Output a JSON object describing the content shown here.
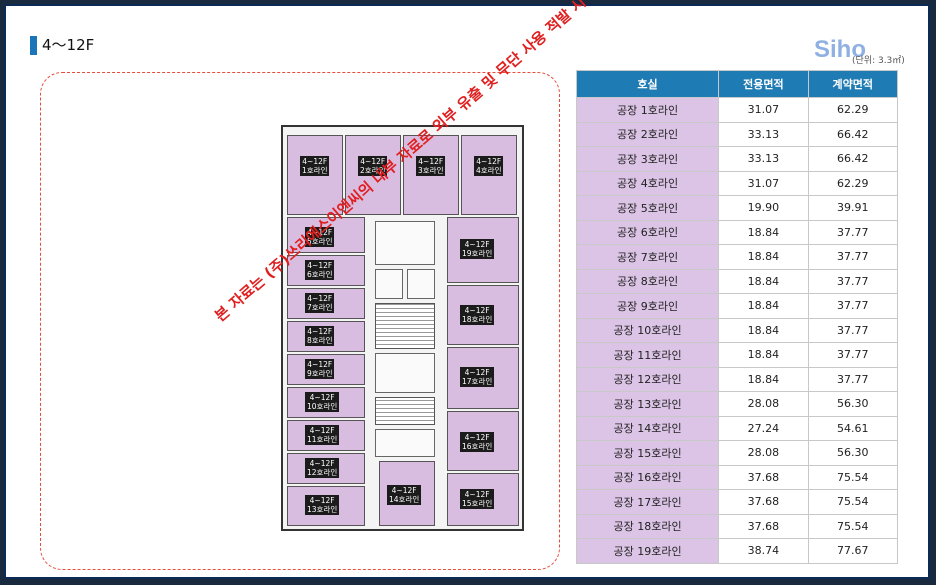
{
  "floor_title": "4～12F",
  "logo": "Siho",
  "unit": "(단위: 3.3㎡)",
  "table": {
    "headers": [
      "호실",
      "전용면적",
      "계약면적"
    ],
    "rows": [
      [
        "공장 1호라인",
        "31.07",
        "62.29"
      ],
      [
        "공장 2호라인",
        "33.13",
        "66.42"
      ],
      [
        "공장 3호라인",
        "33.13",
        "66.42"
      ],
      [
        "공장 4호라인",
        "31.07",
        "62.29"
      ],
      [
        "공장 5호라인",
        "19.90",
        "39.91"
      ],
      [
        "공장 6호라인",
        "18.84",
        "37.77"
      ],
      [
        "공장 7호라인",
        "18.84",
        "37.77"
      ],
      [
        "공장 8호라인",
        "18.84",
        "37.77"
      ],
      [
        "공장 9호라인",
        "18.84",
        "37.77"
      ],
      [
        "공장 10호라인",
        "18.84",
        "37.77"
      ],
      [
        "공장 11호라인",
        "18.84",
        "37.77"
      ],
      [
        "공장 12호라인",
        "18.84",
        "37.77"
      ],
      [
        "공장 13호라인",
        "28.08",
        "56.30"
      ],
      [
        "공장 14호라인",
        "27.24",
        "54.61"
      ],
      [
        "공장 15호라인",
        "28.08",
        "56.30"
      ],
      [
        "공장 16호라인",
        "37.68",
        "75.54"
      ],
      [
        "공장 17호라인",
        "37.68",
        "75.54"
      ],
      [
        "공장 18호라인",
        "37.68",
        "75.54"
      ],
      [
        "공장 19호라인",
        "38.74",
        "77.67"
      ]
    ]
  },
  "plan_labels": {
    "r1": [
      "4~12F",
      "1호라인"
    ],
    "r2": [
      "4~12F",
      "2호라인"
    ],
    "r3": [
      "4~12F",
      "3호라인"
    ],
    "r4": [
      "4~12F",
      "4호라인"
    ],
    "r5": [
      "4~12F",
      "5호라인"
    ],
    "r6": [
      "4~12F",
      "6호라인"
    ],
    "r7": [
      "4~12F",
      "7호라인"
    ],
    "r8": [
      "4~12F",
      "8호라인"
    ],
    "r9": [
      "4~12F",
      "9호라인"
    ],
    "r10": [
      "4~12F",
      "10호라인"
    ],
    "r11": [
      "4~12F",
      "11호라인"
    ],
    "r12": [
      "4~12F",
      "12호라인"
    ],
    "r13": [
      "4~12F",
      "13호라인"
    ],
    "r14": [
      "4~12F",
      "14호라인"
    ],
    "r15": [
      "4~12F",
      "15호라인"
    ],
    "r16": [
      "4~12F",
      "16호라인"
    ],
    "r17": [
      "4~12F",
      "17호라인"
    ],
    "r18": [
      "4~12F",
      "18호라인"
    ],
    "r19": [
      "4~12F",
      "19호라인"
    ]
  },
  "watermark": "본 자료는 (주)쓰리에스이엔씨의 내부 자료로 외부 유출 및 무단 사용 적발 시 법적 조치될 수 있음",
  "colors": {
    "header": "#1f7bb3",
    "room": "#d9bde0",
    "watermark": "#e02020"
  }
}
